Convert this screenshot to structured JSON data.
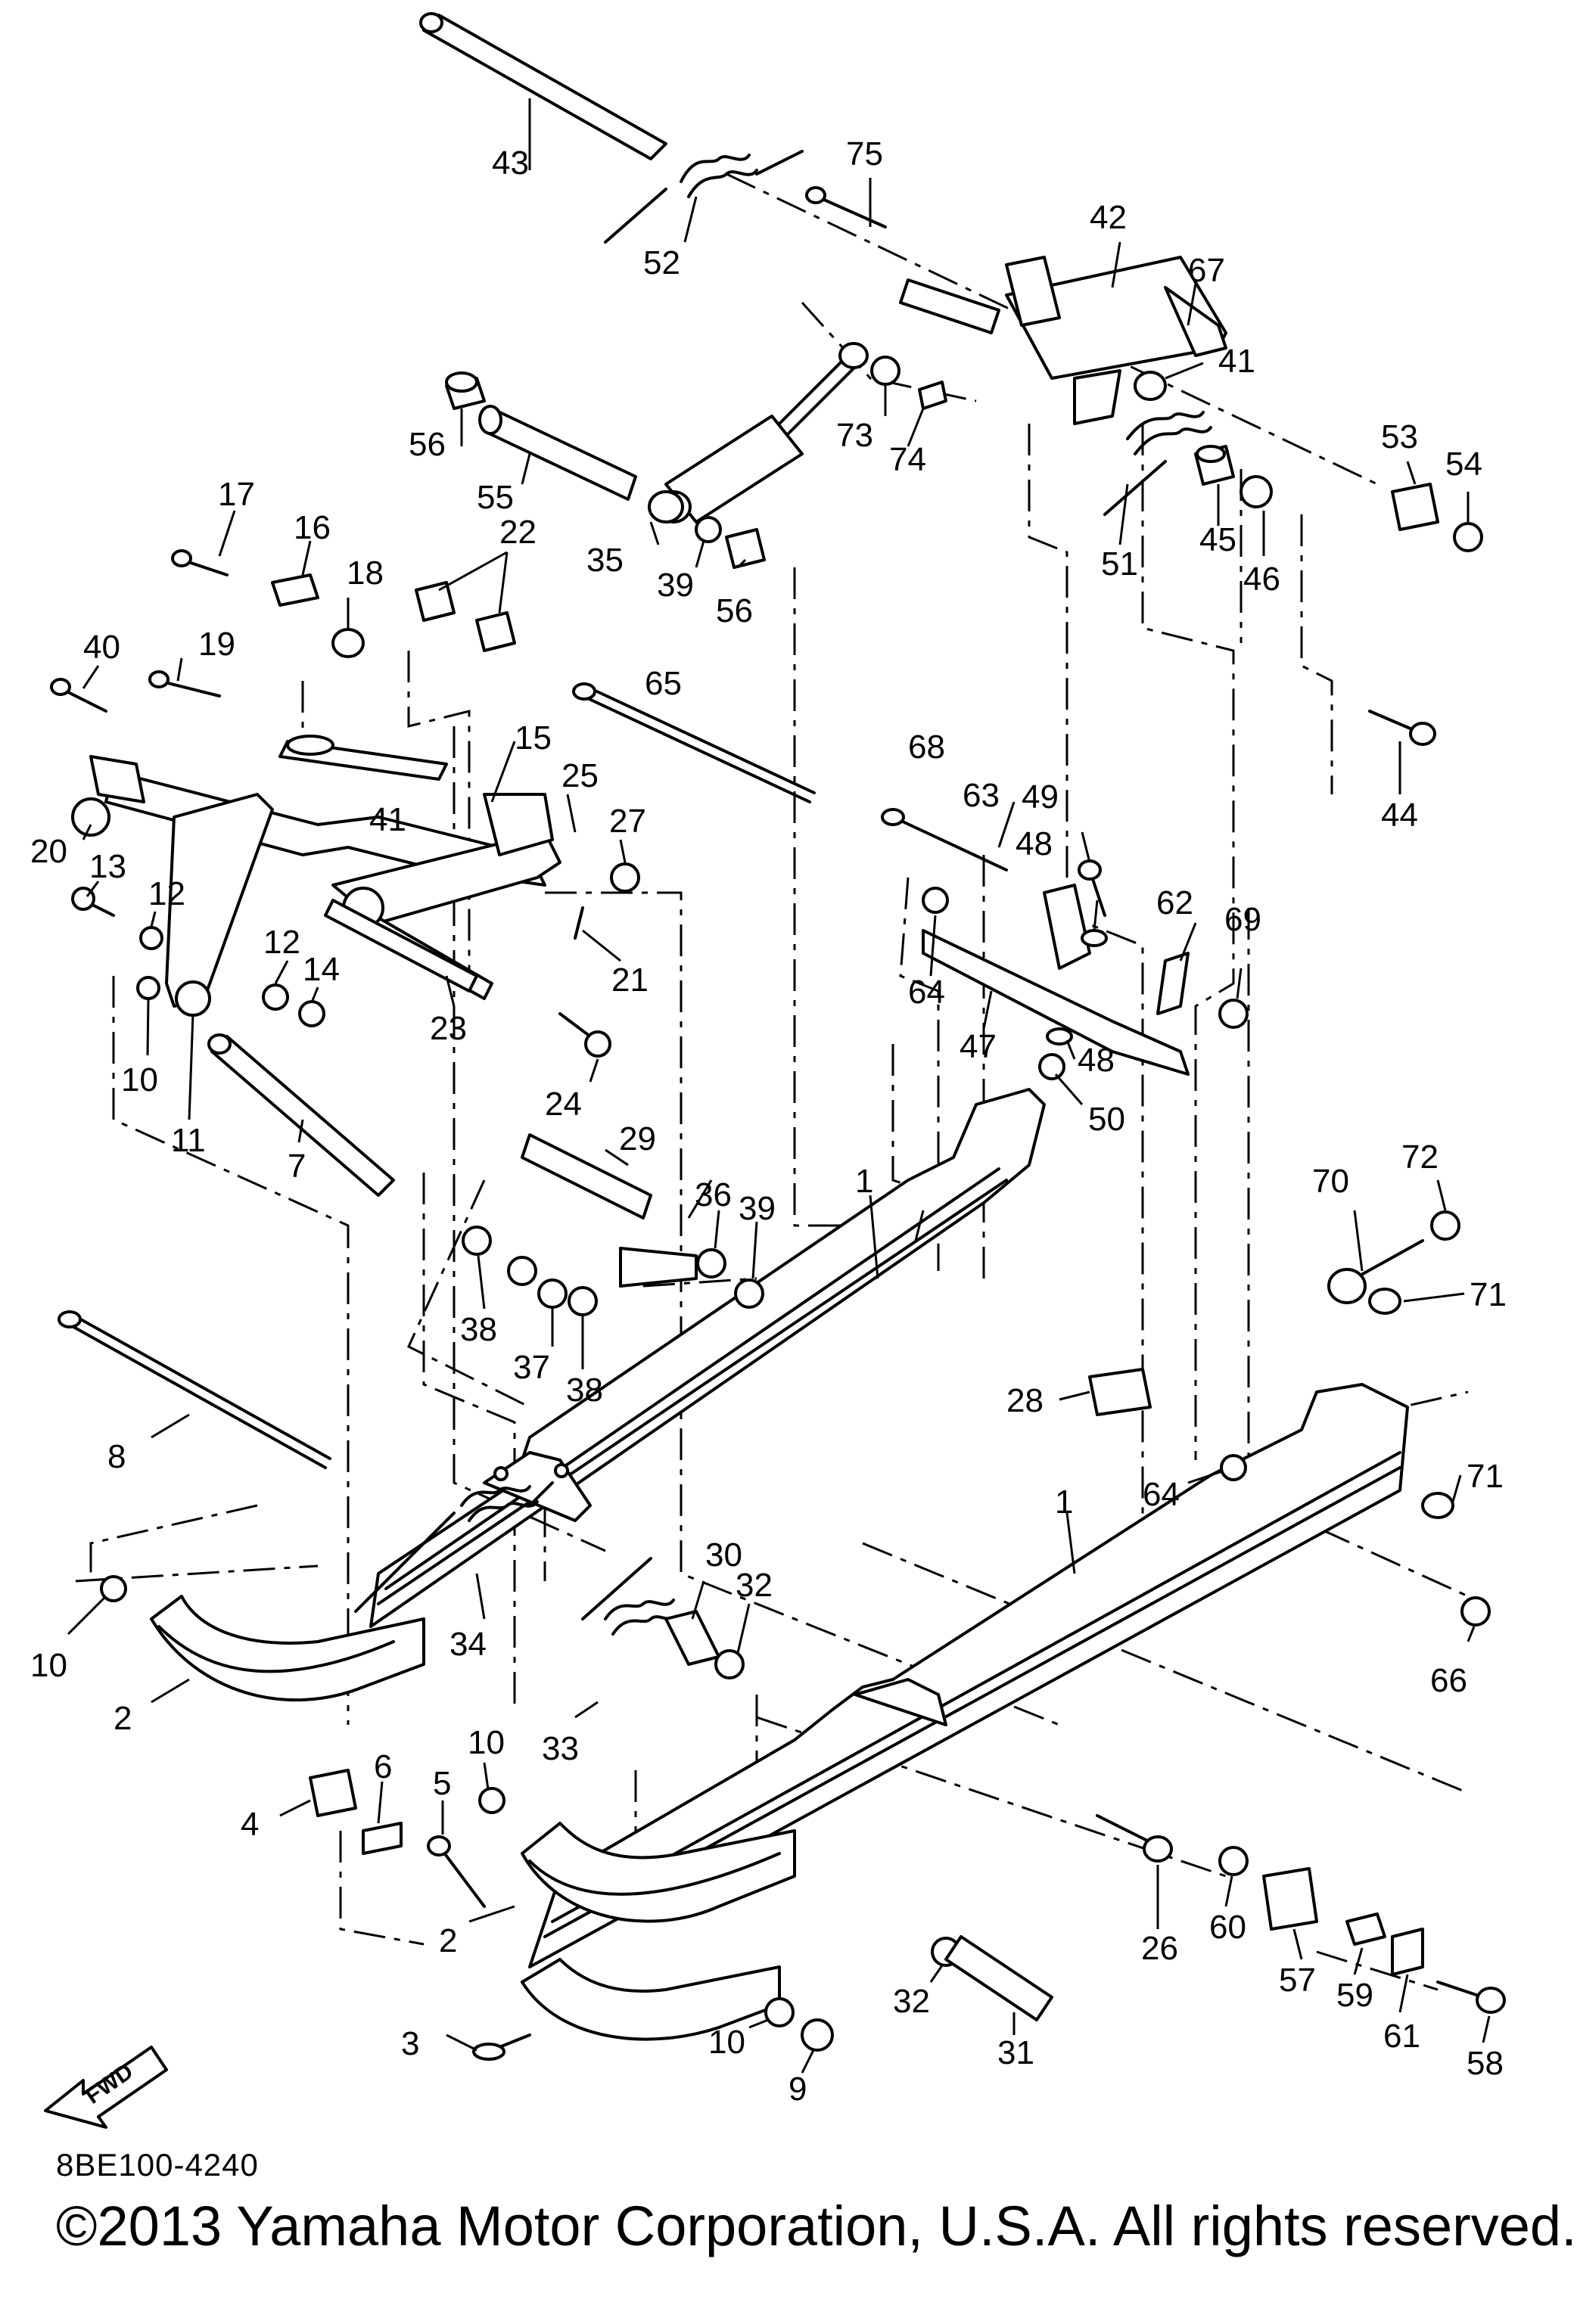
{
  "diagram": {
    "labels": {
      "1": "1",
      "2": "2",
      "3": "3",
      "4": "4",
      "5": "5",
      "6": "6",
      "7": "7",
      "8": "8",
      "9": "9",
      "10": "10",
      "11": "11",
      "12": "12",
      "13": "13",
      "14": "14",
      "15": "15",
      "16": "16",
      "17": "17",
      "18": "18",
      "19": "19",
      "20": "20",
      "21": "21",
      "22": "22",
      "23": "23",
      "24": "24",
      "25": "25",
      "26": "26",
      "27": "27",
      "28": "28",
      "29": "29",
      "30": "30",
      "31": "31",
      "32": "32",
      "33": "33",
      "34": "34",
      "35": "35",
      "36": "36",
      "37": "37",
      "38": "38",
      "39": "39",
      "40": "40",
      "41": "41",
      "42": "42",
      "43": "43",
      "44": "44",
      "45": "45",
      "46": "46",
      "47": "47",
      "48": "48",
      "49": "49",
      "50": "50",
      "51": "51",
      "52": "52",
      "53": "53",
      "54": "54",
      "55": "55",
      "56": "56",
      "57": "57",
      "58": "58",
      "59": "59",
      "60": "60",
      "61": "61",
      "62": "62",
      "63": "63",
      "64": "64",
      "65": "65",
      "66": "66",
      "67": "67",
      "68": "68",
      "69": "69",
      "70": "70",
      "71": "71",
      "72": "72",
      "73": "73",
      "74": "74",
      "75": "75"
    },
    "fwd_badge": "FWD"
  },
  "footer": {
    "code": "8BE100-4240",
    "copyright": "©2013 Yamaha Motor Corporation, U.S.A. All rights reserved."
  }
}
